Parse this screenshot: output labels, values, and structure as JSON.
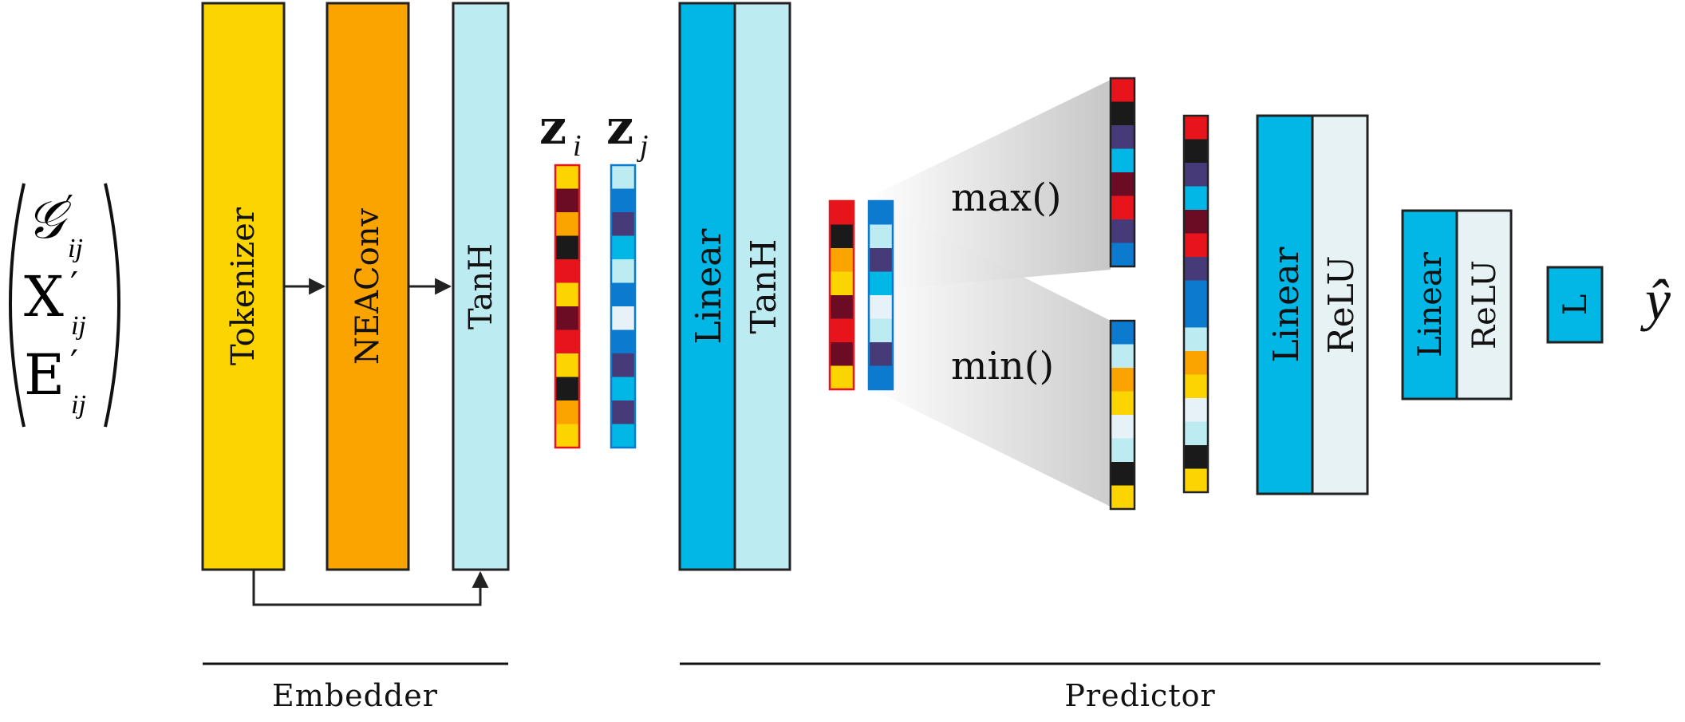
{
  "input": {
    "rows": [
      {
        "main": "𝒢",
        "prime": "′",
        "sub": "ij"
      },
      {
        "main": "X",
        "prime": "′",
        "sub": "ij"
      },
      {
        "main": "E",
        "prime": "′",
        "sub": "ij"
      }
    ]
  },
  "embedder": {
    "label": "Embedder",
    "blocks": [
      {
        "label": "Tokenizer",
        "fill": "#FCD500"
      },
      {
        "label": "NEAConv",
        "fill": "#FBA400"
      },
      {
        "label": "TanH",
        "fill": "#BDEBF2"
      }
    ]
  },
  "embeddings": {
    "zi": {
      "main": "z",
      "sub": "i",
      "border": "#E8141B",
      "cells": [
        "#FCD500",
        "#6B0C24",
        "#FBA400",
        "#1A1A1A",
        "#E8141B",
        "#FCD500",
        "#6B0C24",
        "#E8141B",
        "#FCD500",
        "#1A1A1A",
        "#FBA400",
        "#FCD500"
      ]
    },
    "zj": {
      "main": "z",
      "sub": "j",
      "border": "#0C7BCF",
      "cells": [
        "#BDEBF2",
        "#0C7BCF",
        "#463A79",
        "#00B7E6",
        "#BDEBF2",
        "#0C7BCF",
        "#E6F2F7",
        "#0C7BCF",
        "#463A79",
        "#00B7E6",
        "#463A79",
        "#00B7E6"
      ]
    }
  },
  "predictor": {
    "label": "Predictor",
    "block1": [
      {
        "label": "Linear",
        "fill": "#00B7E6"
      },
      {
        "label": "TanH",
        "fill": "#BDEBF2"
      }
    ],
    "pair": {
      "left": {
        "border": "#E8141B",
        "cells": [
          "#E8141B",
          "#1A1A1A",
          "#FBA400",
          "#FCD500",
          "#6B0C24",
          "#E8141B",
          "#6B0C24",
          "#FCD500"
        ]
      },
      "right": {
        "border": "#0C7BCF",
        "cells": [
          "#0C7BCF",
          "#BDEBF2",
          "#463A79",
          "#00B7E6",
          "#E6F2F7",
          "#BDEBF2",
          "#463A79",
          "#0C7BCF"
        ]
      }
    },
    "max_label": "max()",
    "min_label": "min()",
    "max_cells": [
      "#E8141B",
      "#1A1A1A",
      "#463A79",
      "#00B7E6",
      "#6B0C24",
      "#E8141B",
      "#463A79",
      "#0C7BCF"
    ],
    "min_cells": [
      "#0C7BCF",
      "#BDEBF2",
      "#FBA400",
      "#FCD500",
      "#E6F2F7",
      "#BDEBF2",
      "#1A1A1A",
      "#FCD500"
    ],
    "concat_cells": [
      "#E8141B",
      "#1A1A1A",
      "#463A79",
      "#00B7E6",
      "#6B0C24",
      "#E8141B",
      "#463A79",
      "#0C7BCF",
      "#0C7BCF",
      "#BDEBF2",
      "#FBA400",
      "#FCD500",
      "#E6F2F7",
      "#BDEBF2",
      "#1A1A1A",
      "#FCD500"
    ],
    "block2": [
      {
        "label": "Linear",
        "fill": "#00B7E6"
      },
      {
        "label": "ReLU",
        "fill": "#E6F2F4"
      }
    ],
    "block3": [
      {
        "label": "Linear",
        "fill": "#00B7E6"
      },
      {
        "label": "ReLU",
        "fill": "#E6F2F4"
      }
    ],
    "final": {
      "label": "L",
      "fill": "#00B7E6"
    }
  },
  "output": {
    "label": "ŷ"
  }
}
